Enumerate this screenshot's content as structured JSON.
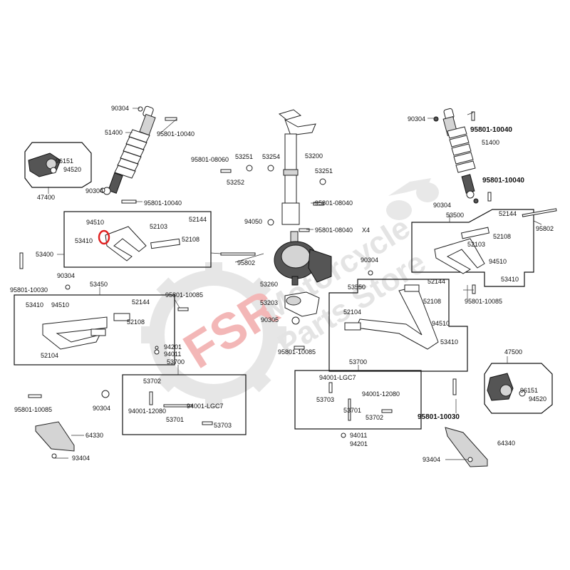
{
  "watermark": {
    "brand": "FSR",
    "line1": "Motorcycle",
    "line2": "Parts Store",
    "brand_color": "#f2b0b0",
    "text_color": "#e3e3e3"
  },
  "highlight_color": "#e02020",
  "labels": {
    "l90304a": "90304",
    "l51400a": "51400",
    "l95801_10040a": "95801-10040",
    "l96151a": "96151",
    "l94520a": "94520",
    "l47400": "47400",
    "l90304b": "90304",
    "l95801_10040b": "95801-10040",
    "l95801_08060": "95801-08060",
    "l53251a": "53251",
    "l53254": "53254",
    "l53200": "53200",
    "l53252": "53252",
    "l53251b": "53251",
    "l95801_08040a": "95801-08040",
    "l94050": "94050",
    "l95801_08040b": "95801-08040",
    "lX4": "X4",
    "l90304c": "90304",
    "l95801_10040c": "95801-10040",
    "l51400b": "51400",
    "l95801_10040d": "95801-10040",
    "l90304d": "90304",
    "l53500": "53500",
    "l95802a": "95802",
    "l52144a": "52144",
    "l52108a": "52108",
    "l52103a": "52103",
    "l94510a": "94510",
    "l53410a": "53410",
    "l94510b": "94510",
    "l52103b": "52103",
    "l52144b": "52144",
    "l53410b": "53410",
    "l52108b": "52108",
    "l53400": "53400",
    "l95802b": "95802",
    "l95801_10030a": "95801-10030",
    "l90304e": "90304",
    "l53450": "53450",
    "l95801_10085a": "95801-10085",
    "l53410c": "53410",
    "l94510c": "94510",
    "l52144c": "52144",
    "l52108c": "52108",
    "l52104a": "52104",
    "l94201a": "94201",
    "l94011a": "94011",
    "l53700a": "53700",
    "l53702a": "53702",
    "l94001_12080a": "94001-12080",
    "l94001_LGC7a": "94001-LGC7",
    "l53701a": "53701",
    "l53703a": "53703",
    "l95801_10085b": "95801-10085",
    "l90304f": "90304",
    "l64330": "64330",
    "l93404a": "93404",
    "l53260": "53260",
    "l53203": "53203",
    "l90305": "90305",
    "l95801_10085c": "95801-10085",
    "l90304g": "90304",
    "l53550": "53550",
    "l52144d": "52144",
    "l52108d": "52108",
    "l52104b": "52104",
    "l95801_10085d": "95801-10085",
    "l94510d": "94510",
    "l53410d": "53410",
    "l47500": "47500",
    "l96151b": "96151",
    "l94520b": "94520",
    "l53700b": "53700",
    "l94001_LGC7b": "94001-LGC7",
    "l94001_12080b": "94001-12080",
    "l53703b": "53703",
    "l53701b": "53701",
    "l53702b": "53702",
    "l95801_10030b": "95801-10030",
    "l94011b": "94011",
    "l94201b": "94201",
    "l64340": "64340",
    "l93404b": "93404"
  }
}
